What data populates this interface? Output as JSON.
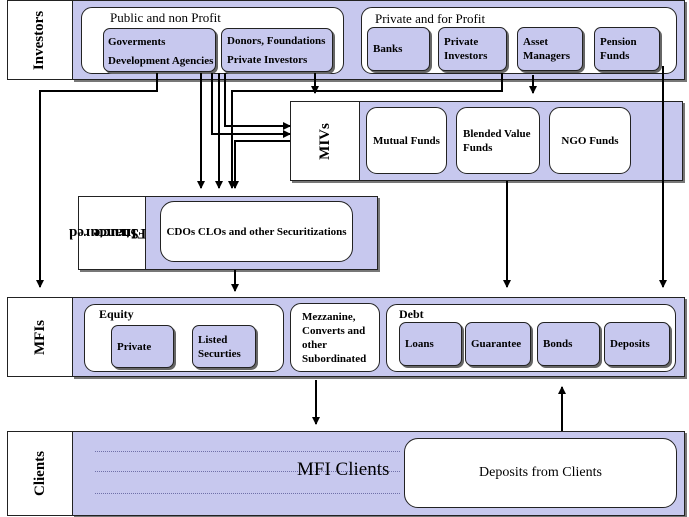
{
  "investors": {
    "label": "Investors",
    "public_group": {
      "title": "Public and non Profit",
      "governments_line1": "Goverments",
      "governments_line2": "Development Agencies",
      "donors_line1": "Donors, Foundations",
      "donors_line2": "Private Investors"
    },
    "private_group": {
      "title": "Private and for Profit",
      "banks": "Banks",
      "private_investors_line1": "Private",
      "private_investors_line2": "Investors",
      "asset_managers_line1": "Asset",
      "asset_managers_line2": "Managers",
      "pension_funds_line1": "Pension",
      "pension_funds_line2": "Funds"
    }
  },
  "mivs": {
    "label": "MIVs",
    "mutual_funds": "Mutual Funds",
    "blended_line1": "Blended Value",
    "blended_line2": "Funds",
    "ngo_funds": "NGO Funds"
  },
  "structured_finance": {
    "label_line1": "Structured",
    "label_line2": "FInance",
    "content": "CDOs CLOs and other Securitizations"
  },
  "mfis": {
    "label": "MFIs",
    "equity": {
      "title": "Equity",
      "private": "Private",
      "listed_line1": "Listed",
      "listed_line2": "Securties"
    },
    "mezzanine": {
      "line1": "Mezzanine,",
      "line2": "Converts and",
      "line3": "other",
      "line4": "Subordinated"
    },
    "debt": {
      "title": "Debt",
      "loans": "Loans",
      "guarantee": "Guarantee",
      "bonds": "Bonds",
      "deposits": "Deposits"
    }
  },
  "clients": {
    "label": "Clients",
    "mfi_clients": "MFI Clients",
    "deposits_from_clients": "Deposits from Clients"
  },
  "colors": {
    "band_fill": "#c7c8ee",
    "box_border": "#222222",
    "shadow": "#777777"
  }
}
